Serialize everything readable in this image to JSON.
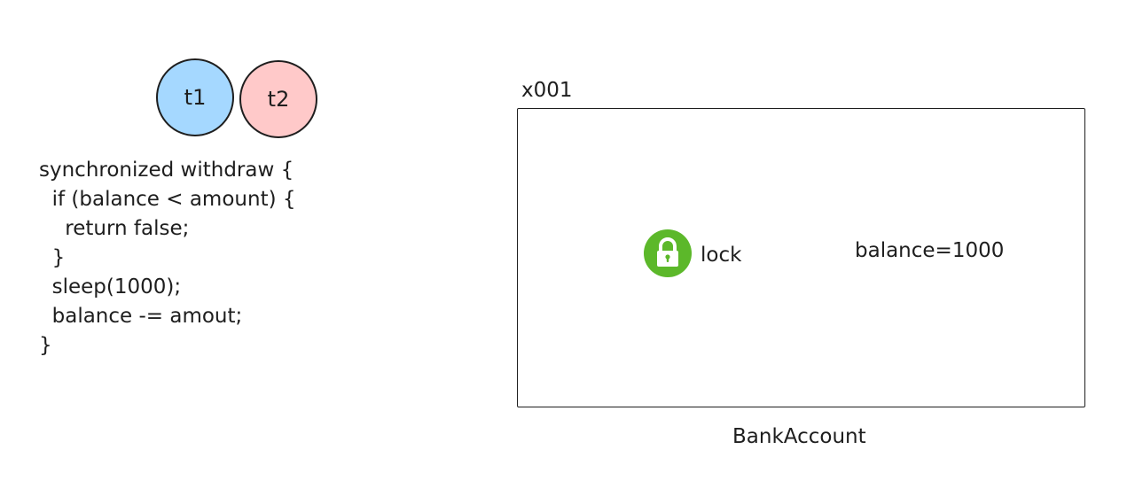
{
  "threads": [
    {
      "label": "t1",
      "color": "#a5d8ff"
    },
    {
      "label": "t2",
      "color": "#ffc9c9"
    }
  ],
  "code": [
    "synchronized withdraw {",
    "  if (balance < amount) {",
    "    return false;",
    "  }",
    "  sleep(1000);",
    "  balance -= amout;",
    "}"
  ],
  "object": {
    "address": "x001",
    "lock": {
      "label": "lock",
      "icon": "lock-icon",
      "color": "#5cb82a"
    },
    "field": "balance=1000",
    "class_name": "BankAccount"
  }
}
